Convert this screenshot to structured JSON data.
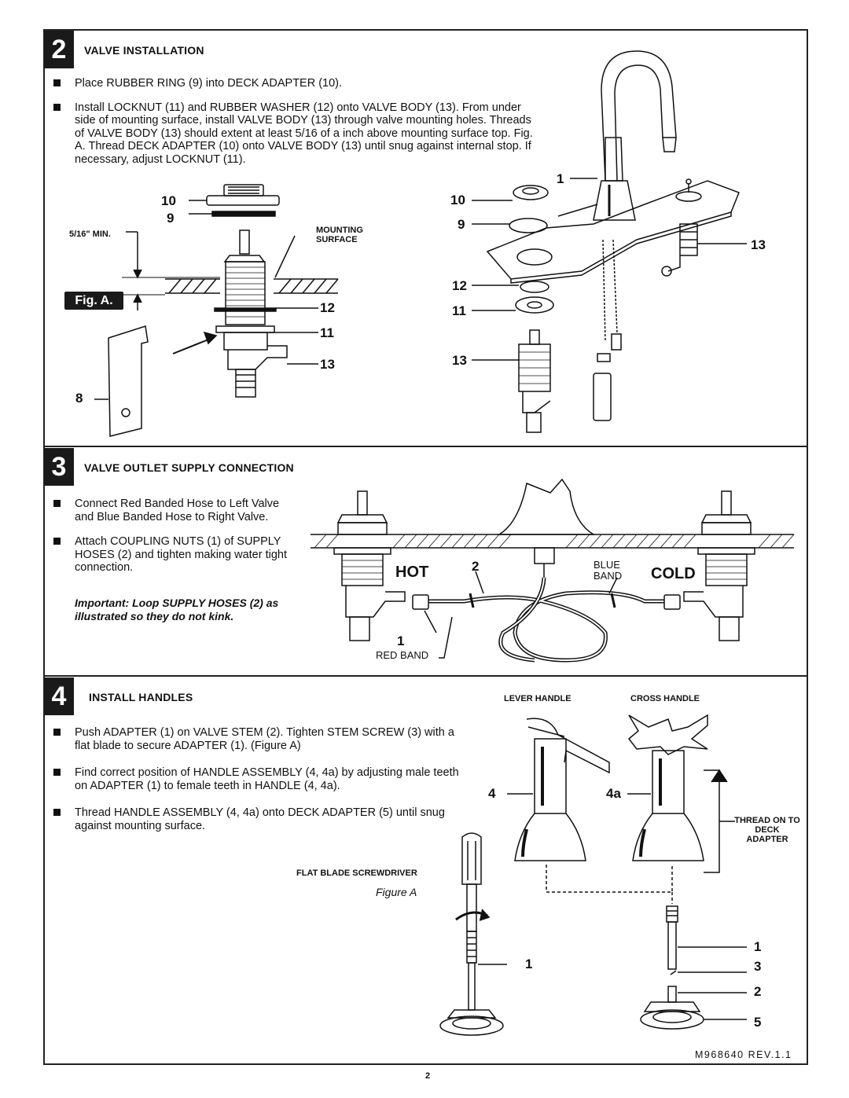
{
  "step2": {
    "number": "2",
    "title": "VALVE INSTALLATION",
    "bullets": [
      "Place RUBBER RING (9) into DECK ADAPTER (10).",
      "Install LOCKNUT (11) and RUBBER WASHER (12) onto VALVE BODY (13). From under side of mounting surface, install VALVE BODY (13) through valve mounting holes. Threads of VALVE BODY (13) should extent at least 5/16 of a inch above mounting surface top. Fig. A. Thread DECK ADAPTER (10) onto VALVE BODY (13) until snug against internal stop. If necessary, adjust LOCKNUT (11)."
    ],
    "fig_label": "Fig. A.",
    "min_label": "5/16\" MIN.",
    "mounting_surface": "MOUNTING SURFACE",
    "left_callouts": [
      "10",
      "9",
      "12",
      "11",
      "13",
      "8"
    ],
    "right_callouts": [
      "1",
      "10",
      "9",
      "13",
      "12",
      "11",
      "13"
    ]
  },
  "step3": {
    "number": "3",
    "title": "VALVE OUTLET SUPPLY CONNECTION",
    "bullets": [
      "Connect Red Banded Hose to Left Valve and Blue Banded Hose to Right Valve.",
      "Attach COUPLING NUTS (1) of SUPPLY HOSES (2) and tighten making water tight connection."
    ],
    "important": "Important: Loop SUPPLY HOSES (2) as illustrated so they do not kink.",
    "hot": "HOT",
    "cold": "COLD",
    "blue_band": "BLUE BAND",
    "red_band": "RED BAND",
    "callout_hose": "2",
    "callout_nut": "1"
  },
  "step4": {
    "number": "4",
    "title": "INSTALL HANDLES",
    "bullets": [
      "Push ADAPTER (1) on VALVE STEM (2). Tighten STEM SCREW (3) with a flat blade to secure ADAPTER (1). (Figure A)",
      "Find correct position of HANDLE ASSEMBLY (4, 4a) by adjusting male teeth on ADAPTER (1) to female teeth in HANDLE (4, 4a).",
      "Thread HANDLE ASSEMBLY (4, 4a) onto DECK ADAPTER (5) until snug against mounting surface."
    ],
    "lever_handle": "LEVER HANDLE",
    "cross_handle": "CROSS HANDLE",
    "thread_on": "THREAD ON TO DECK ADAPTER",
    "screwdriver": "FLAT BLADE SCREWDRIVER",
    "figure_caption": "Figure A",
    "callouts": [
      "4",
      "4a",
      "1",
      "1",
      "3",
      "2",
      "5"
    ]
  },
  "footer": {
    "revision": "M968640 REV.1.1",
    "page": "2"
  }
}
